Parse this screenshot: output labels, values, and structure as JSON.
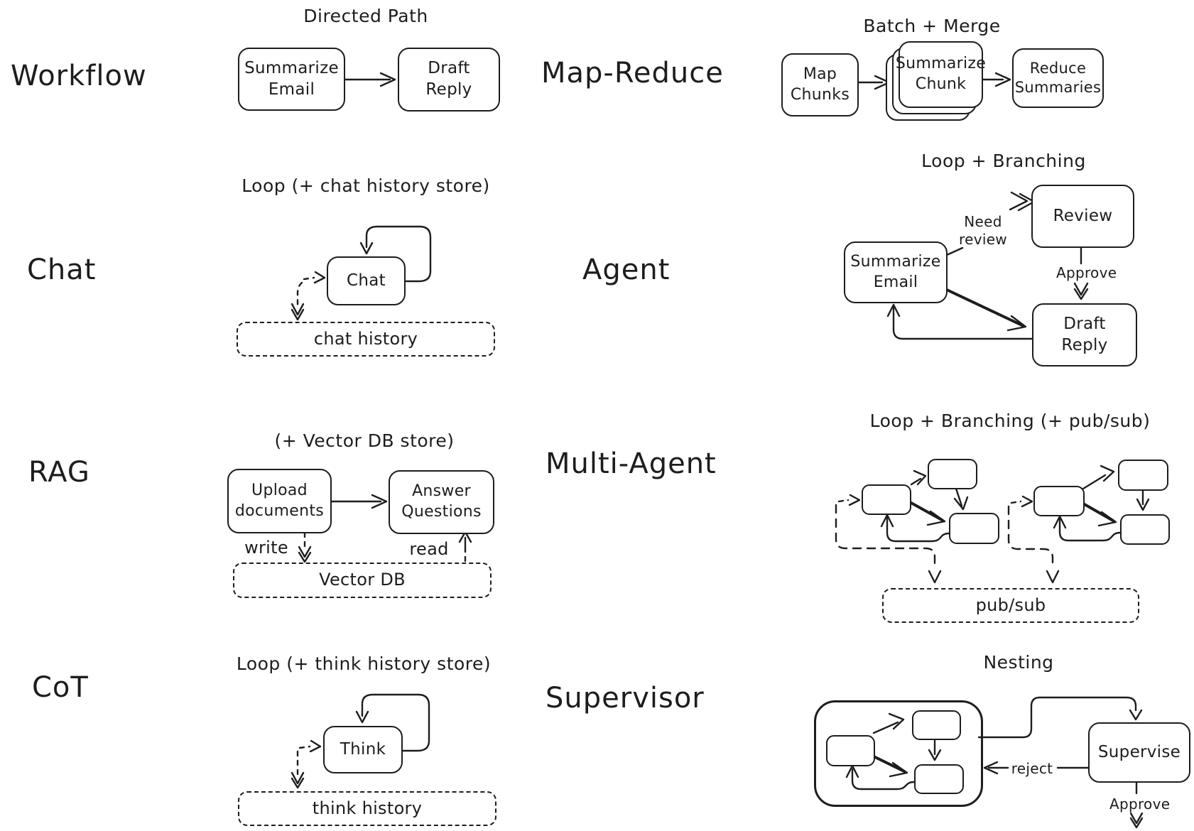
{
  "colors": {
    "ink": "#1d1d1d",
    "background": "#ffffff"
  },
  "sections": {
    "workflow": {
      "label": "Workflow",
      "title": "Directed Path",
      "node_a": "Summarize\nEmail",
      "node_b": "Draft\nReply"
    },
    "map_reduce": {
      "label": "Map-Reduce",
      "title": "Batch + Merge",
      "node_a": "Map\nChunks",
      "node_b": "Summarize\nChunk",
      "node_c": "Reduce\nSummaries"
    },
    "chat": {
      "label": "Chat",
      "title": "Loop (+ chat history store)",
      "node_a": "Chat",
      "store": "chat history"
    },
    "agent": {
      "label": "Agent",
      "title": "Loop + Branching",
      "node_a": "Summarize\nEmail",
      "node_b": "Review",
      "node_c": "Draft\nReply",
      "edge_need_review": "Need\nreview",
      "edge_approve": "Approve"
    },
    "rag": {
      "label": "RAG",
      "title": "(+ Vector DB store)",
      "node_a": "Upload\ndocuments",
      "node_b": "Answer\nQuestions",
      "edge_write": "write",
      "edge_read": "read",
      "store": "Vector DB"
    },
    "multi_agent": {
      "label": "Multi-Agent",
      "title": "Loop + Branching (+ pub/sub)",
      "store": "pub/sub"
    },
    "cot": {
      "label": "CoT",
      "title": "Loop (+ think history store)",
      "node_a": "Think",
      "store": "think history"
    },
    "supervisor": {
      "label": "Supervisor",
      "title": "Nesting",
      "node_a": "Supervise",
      "edge_reject": "reject",
      "edge_approve": "Approve"
    }
  }
}
